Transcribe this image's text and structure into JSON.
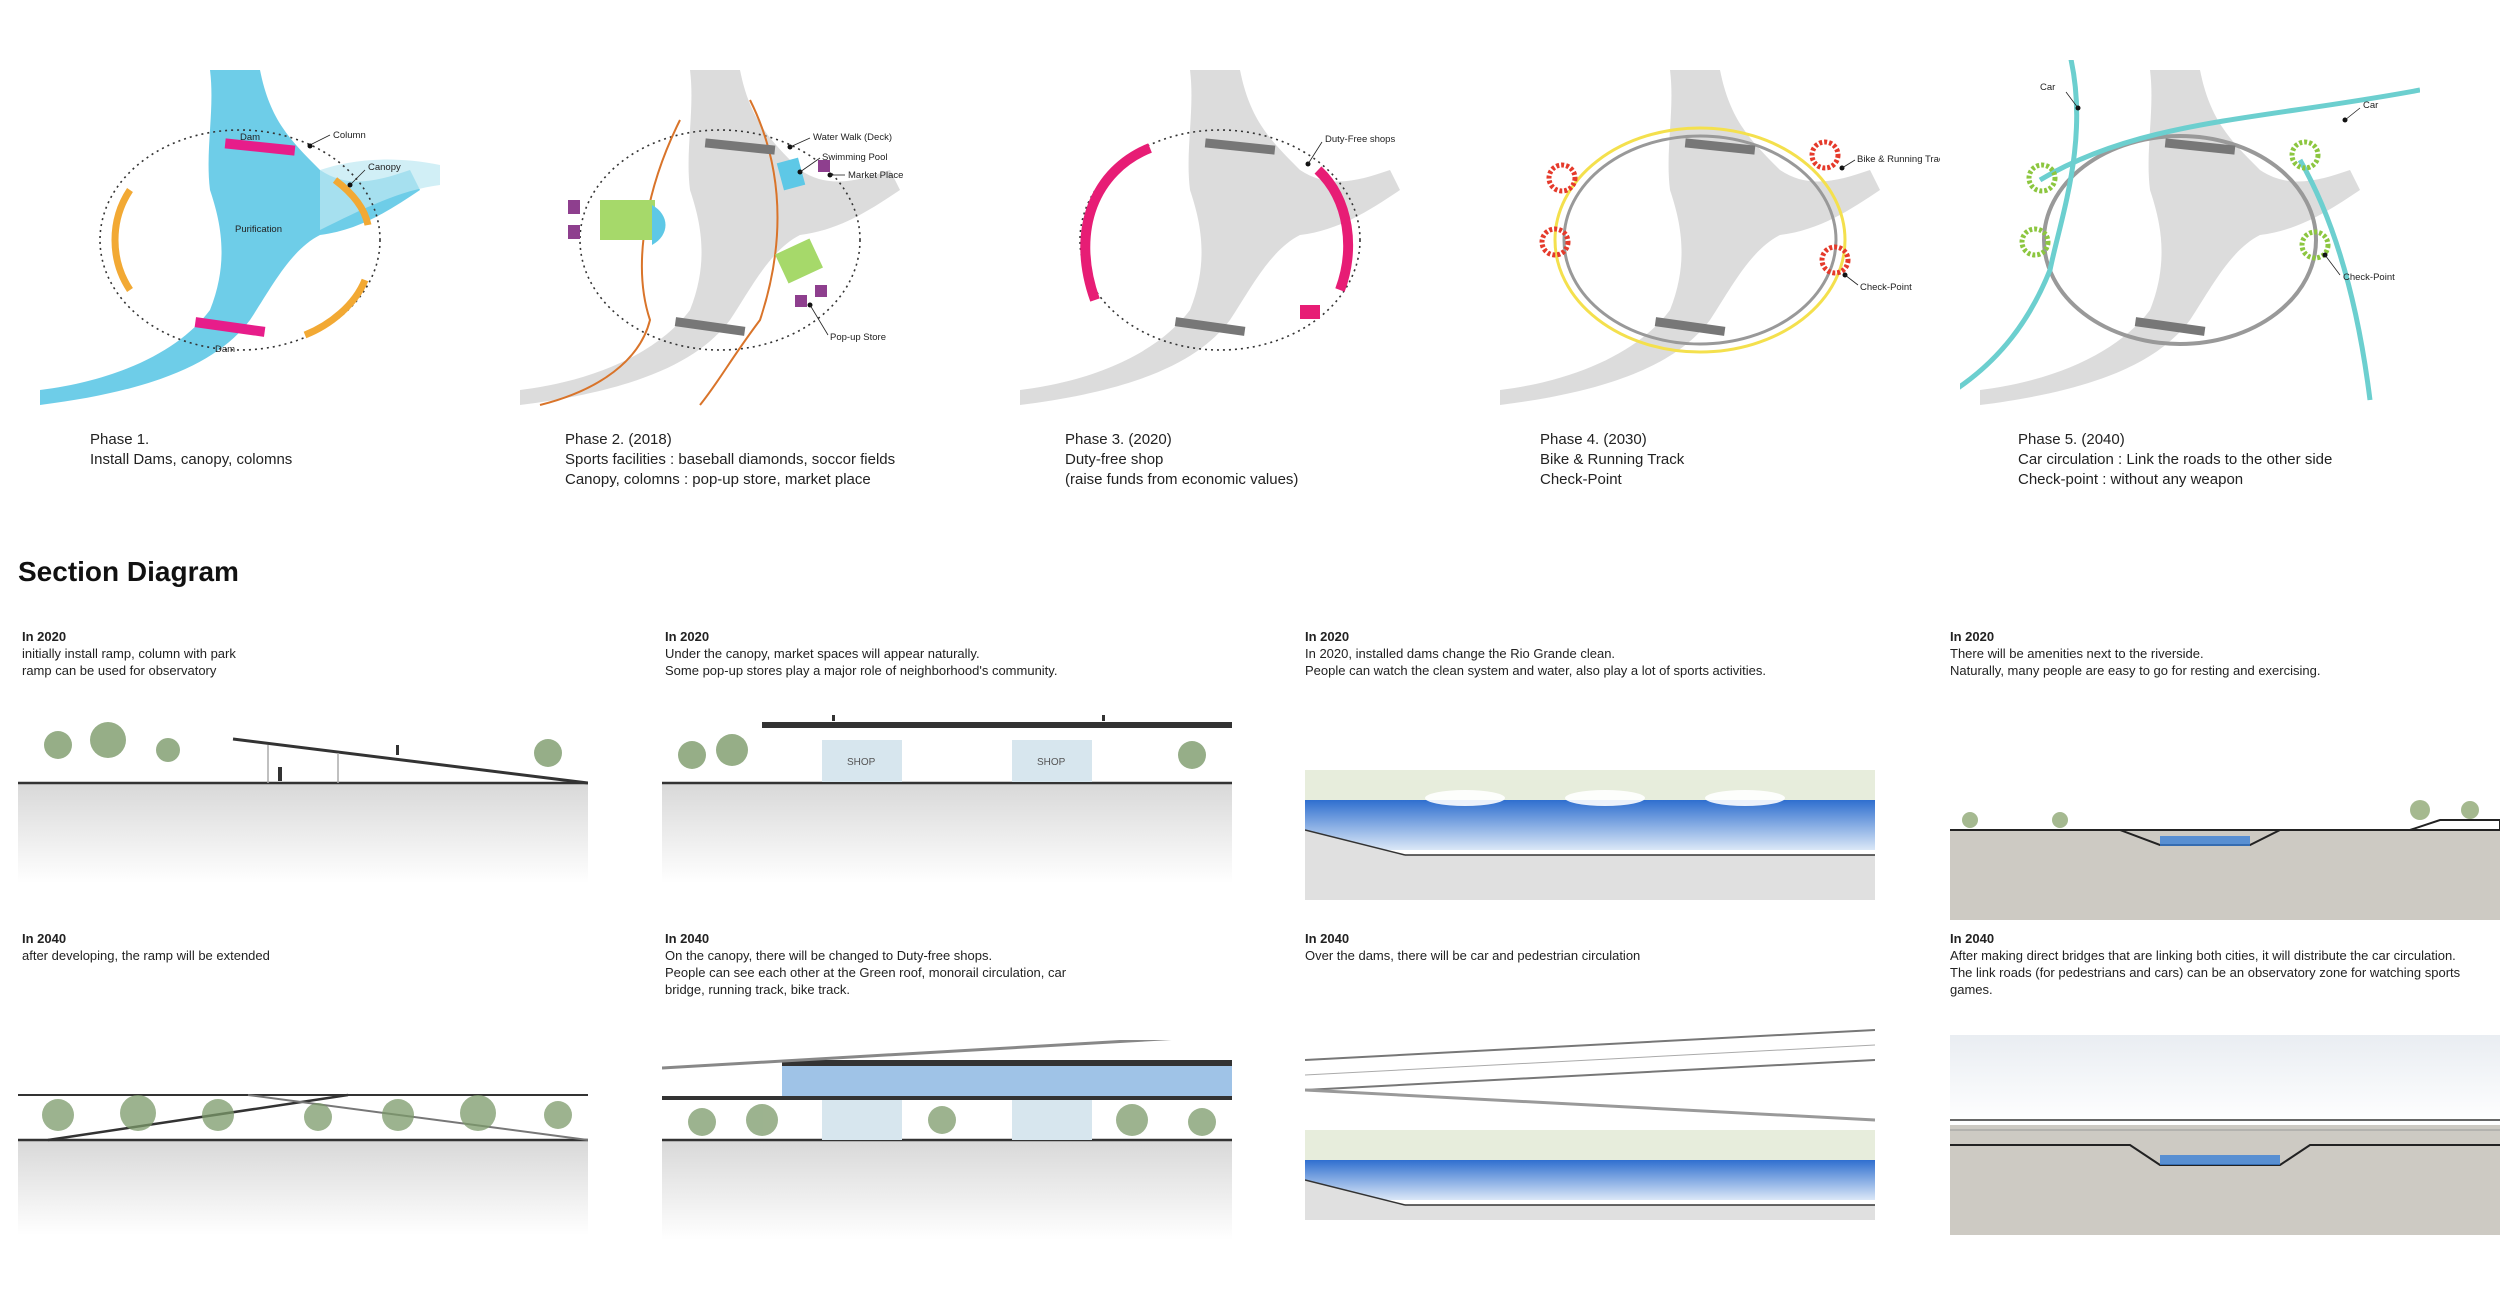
{
  "colors": {
    "water": "#5ec8e6",
    "land": "#dcdcdc",
    "accent_orange": "#f2a934",
    "accent_pink": "#e71d75",
    "accent_purple": "#8e3f8e",
    "accent_green": "#a6d96a",
    "track_yellow": "#f4e04d",
    "road_teal": "#6ccfcf",
    "section_water": "#3b7fd6"
  },
  "phases": [
    {
      "caption": [
        "Phase 1.",
        "Install Dams, canopy, colomns"
      ],
      "labels": {
        "column": "Column",
        "canopy": "Canopy",
        "dam_top": "Dam",
        "purification": "Purification",
        "dam_bottom": "Dam"
      }
    },
    {
      "caption": [
        "Phase 2. (2018)",
        "Sports facilities : baseball diamonds, soccor fields",
        "Canopy, colomns : pop-up store, market place"
      ],
      "labels": {
        "water_walk": "Water Walk (Deck)",
        "pool": "Swimming Pool",
        "market": "Market Place",
        "popup": "Pop-up Store"
      }
    },
    {
      "caption": [
        "Phase 3. (2020)",
        "Duty-free shop",
        "(raise funds from economic values)"
      ],
      "labels": {
        "dutyfree": "Duty-Free shops"
      }
    },
    {
      "caption": [
        "Phase 4. (2030)",
        "Bike & Running Track",
        "Check-Point"
      ],
      "labels": {
        "bike": "Bike & Running Track",
        "checkpoint": "Check-Point"
      }
    },
    {
      "caption": [
        "Phase 5. (2040)",
        "Car circulation : Link the roads to the other side",
        "Check-point : without any weapon"
      ],
      "labels": {
        "car1": "Car",
        "car2": "Car",
        "checkpoint": "Check-Point"
      }
    }
  ],
  "section_title": "Section Diagram",
  "sections": [
    {
      "year": "In 2020",
      "lines": [
        "initially install ramp, column with park",
        "ramp can be used for observatory"
      ]
    },
    {
      "year": "In 2020",
      "lines": [
        "Under the canopy, market spaces will appear naturally.",
        "Some pop-up stores play a major role of neighborhood's community."
      ]
    },
    {
      "year": "In 2020",
      "lines": [
        "In 2020, installed dams change the Rio Grande clean.",
        "People can watch the clean system and water, also play a lot of sports activities."
      ]
    },
    {
      "year": "In 2020",
      "lines": [
        "There will be amenities next to the riverside.",
        "Naturally, many people are easy to go for resting and exercising."
      ]
    },
    {
      "year": "In 2040",
      "lines": [
        "after developing, the ramp will be extended"
      ]
    },
    {
      "year": "In 2040",
      "lines": [
        "On the canopy, there will be changed to Duty-free shops.",
        "People can see each other at the Green roof, monorail circulation, car",
        "bridge, running track, bike track."
      ]
    },
    {
      "year": "In 2040",
      "lines": [
        "Over the dams, there will be car and pedestrian circulation"
      ]
    },
    {
      "year": "In 2040",
      "lines": [
        "After making direct bridges that are linking both cities, it will distribute the car circulation.",
        "The link roads (for pedestrians and cars) can be an observatory zone for watching sports",
        "games."
      ]
    }
  ],
  "shop_sign": "SHOP"
}
